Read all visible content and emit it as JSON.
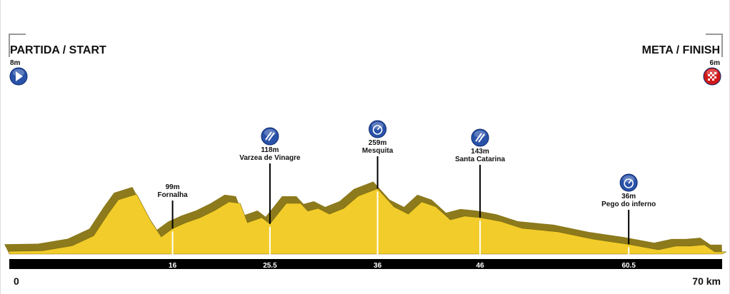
{
  "start": {
    "label": "PARTIDA / START",
    "elevation": "8m"
  },
  "finish": {
    "label": "META / FINISH",
    "elevation": "6m"
  },
  "colors": {
    "terrain": "#f2cc2a",
    "shadow": "#8c7a1c",
    "band": "#000000",
    "start_icon": "#2a52a8",
    "finish_icon": "#d01818"
  },
  "chart_data": {
    "type": "area",
    "title": "",
    "xlabel": "km",
    "ylabel": "m",
    "xlim": [
      0,
      70
    ],
    "x_ticks": [
      "0",
      "16",
      "25.5",
      "36",
      "46",
      "60.5",
      "70 km"
    ],
    "x_tick_values": [
      0,
      16,
      25.5,
      36,
      46,
      60.5,
      70
    ],
    "profile_km": [
      0,
      3.3,
      6.2,
      8.3,
      9.7,
      10.7,
      12.5,
      13.9,
      14.9,
      16,
      17.3,
      18.7,
      20.1,
      21.5,
      22.6,
      23.3,
      24.7,
      25.5,
      27.1,
      28.5,
      29.2,
      30.2,
      31.3,
      32.7,
      34.1,
      36,
      37.6,
      39,
      40.3,
      41.7,
      43.1,
      44.5,
      46,
      48,
      50.1,
      53.6,
      57,
      60.5,
      63.4,
      65.1,
      66.5,
      67.9,
      68.9,
      70
    ],
    "profile_m": [
      8,
      10,
      30,
      70,
      157,
      214,
      237,
      128,
      66,
      99,
      123,
      143,
      171,
      206,
      200,
      123,
      143,
      118,
      200,
      200,
      169,
      180,
      157,
      180,
      229,
      259,
      186,
      157,
      206,
      186,
      134,
      149,
      143,
      128,
      100,
      86,
      57,
      36,
      14,
      29,
      29,
      34,
      6,
      6
    ],
    "waypoints": [
      {
        "km": 16,
        "elevation": "99m",
        "name": "Fornalha",
        "icon": ""
      },
      {
        "km": 25.5,
        "elevation": "118m",
        "name": "Varzea de Vinagre",
        "icon": "feed-zone-icon"
      },
      {
        "km": 36,
        "elevation": "259m",
        "name": "Mesquita",
        "icon": "sprint-icon"
      },
      {
        "km": 46,
        "elevation": "143m",
        "name": "Santa Catarina",
        "icon": "feed-zone-icon"
      },
      {
        "km": 60.5,
        "elevation": "36m",
        "name": "Pego do inferno",
        "icon": "sprint-icon"
      }
    ]
  }
}
